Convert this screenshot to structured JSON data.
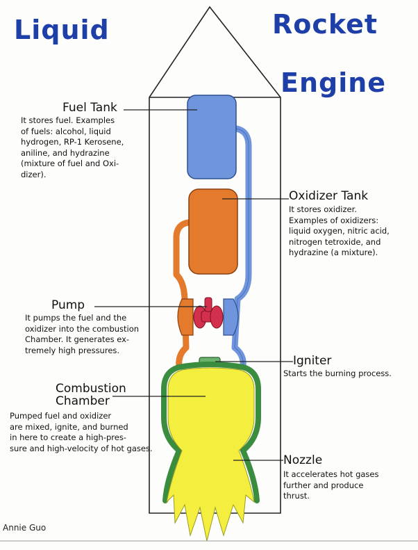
{
  "title": {
    "line1": "Liquid",
    "line2": "Rocket",
    "line3": "Engine"
  },
  "labels": {
    "fuel_tank": {
      "name": "Fuel Tank",
      "description": "It stores fuel. Examples\nof fuels: alcohol, liquid\nhydrogen, RP-1 Kerosene,\naniline, and hydrazine\n(mixture of fuel and Oxi-\ndizer)."
    },
    "oxidizer_tank": {
      "name": "Oxidizer Tank",
      "description": "It stores oxidizer.\nExamples of oxidizers:\nliquid oxygen, nitric acid,\nnitrogen tetroxide, and\nhydrazine (a mixture)."
    },
    "pump": {
      "name": "Pump",
      "description": "It pumps the fuel and the\noxidizer into the combustion\nChamber. It generates ex-\ntremely high pressures."
    },
    "igniter": {
      "name": "Igniter",
      "description": "Starts the burning process."
    },
    "combustion_chamber": {
      "name": "Combustion\nChamber",
      "description": "Pumped fuel and oxidizer\nare mixed, ignite, and burned\nin here to create a high-pres-\nsure and high-velocity of hot gases."
    },
    "nozzle": {
      "name": "Nozzle",
      "description": "It accelerates hot gases\nfurther and   produce\nthrust."
    }
  },
  "signature": "Annie Guo",
  "colors": {
    "title": "#1f3fa8",
    "fuel": "#6f95dc",
    "oxidizer": "#e37a2c",
    "pump": "#d2304c",
    "chamber": "#3a8c3f",
    "flame": "#f4ef3f"
  }
}
